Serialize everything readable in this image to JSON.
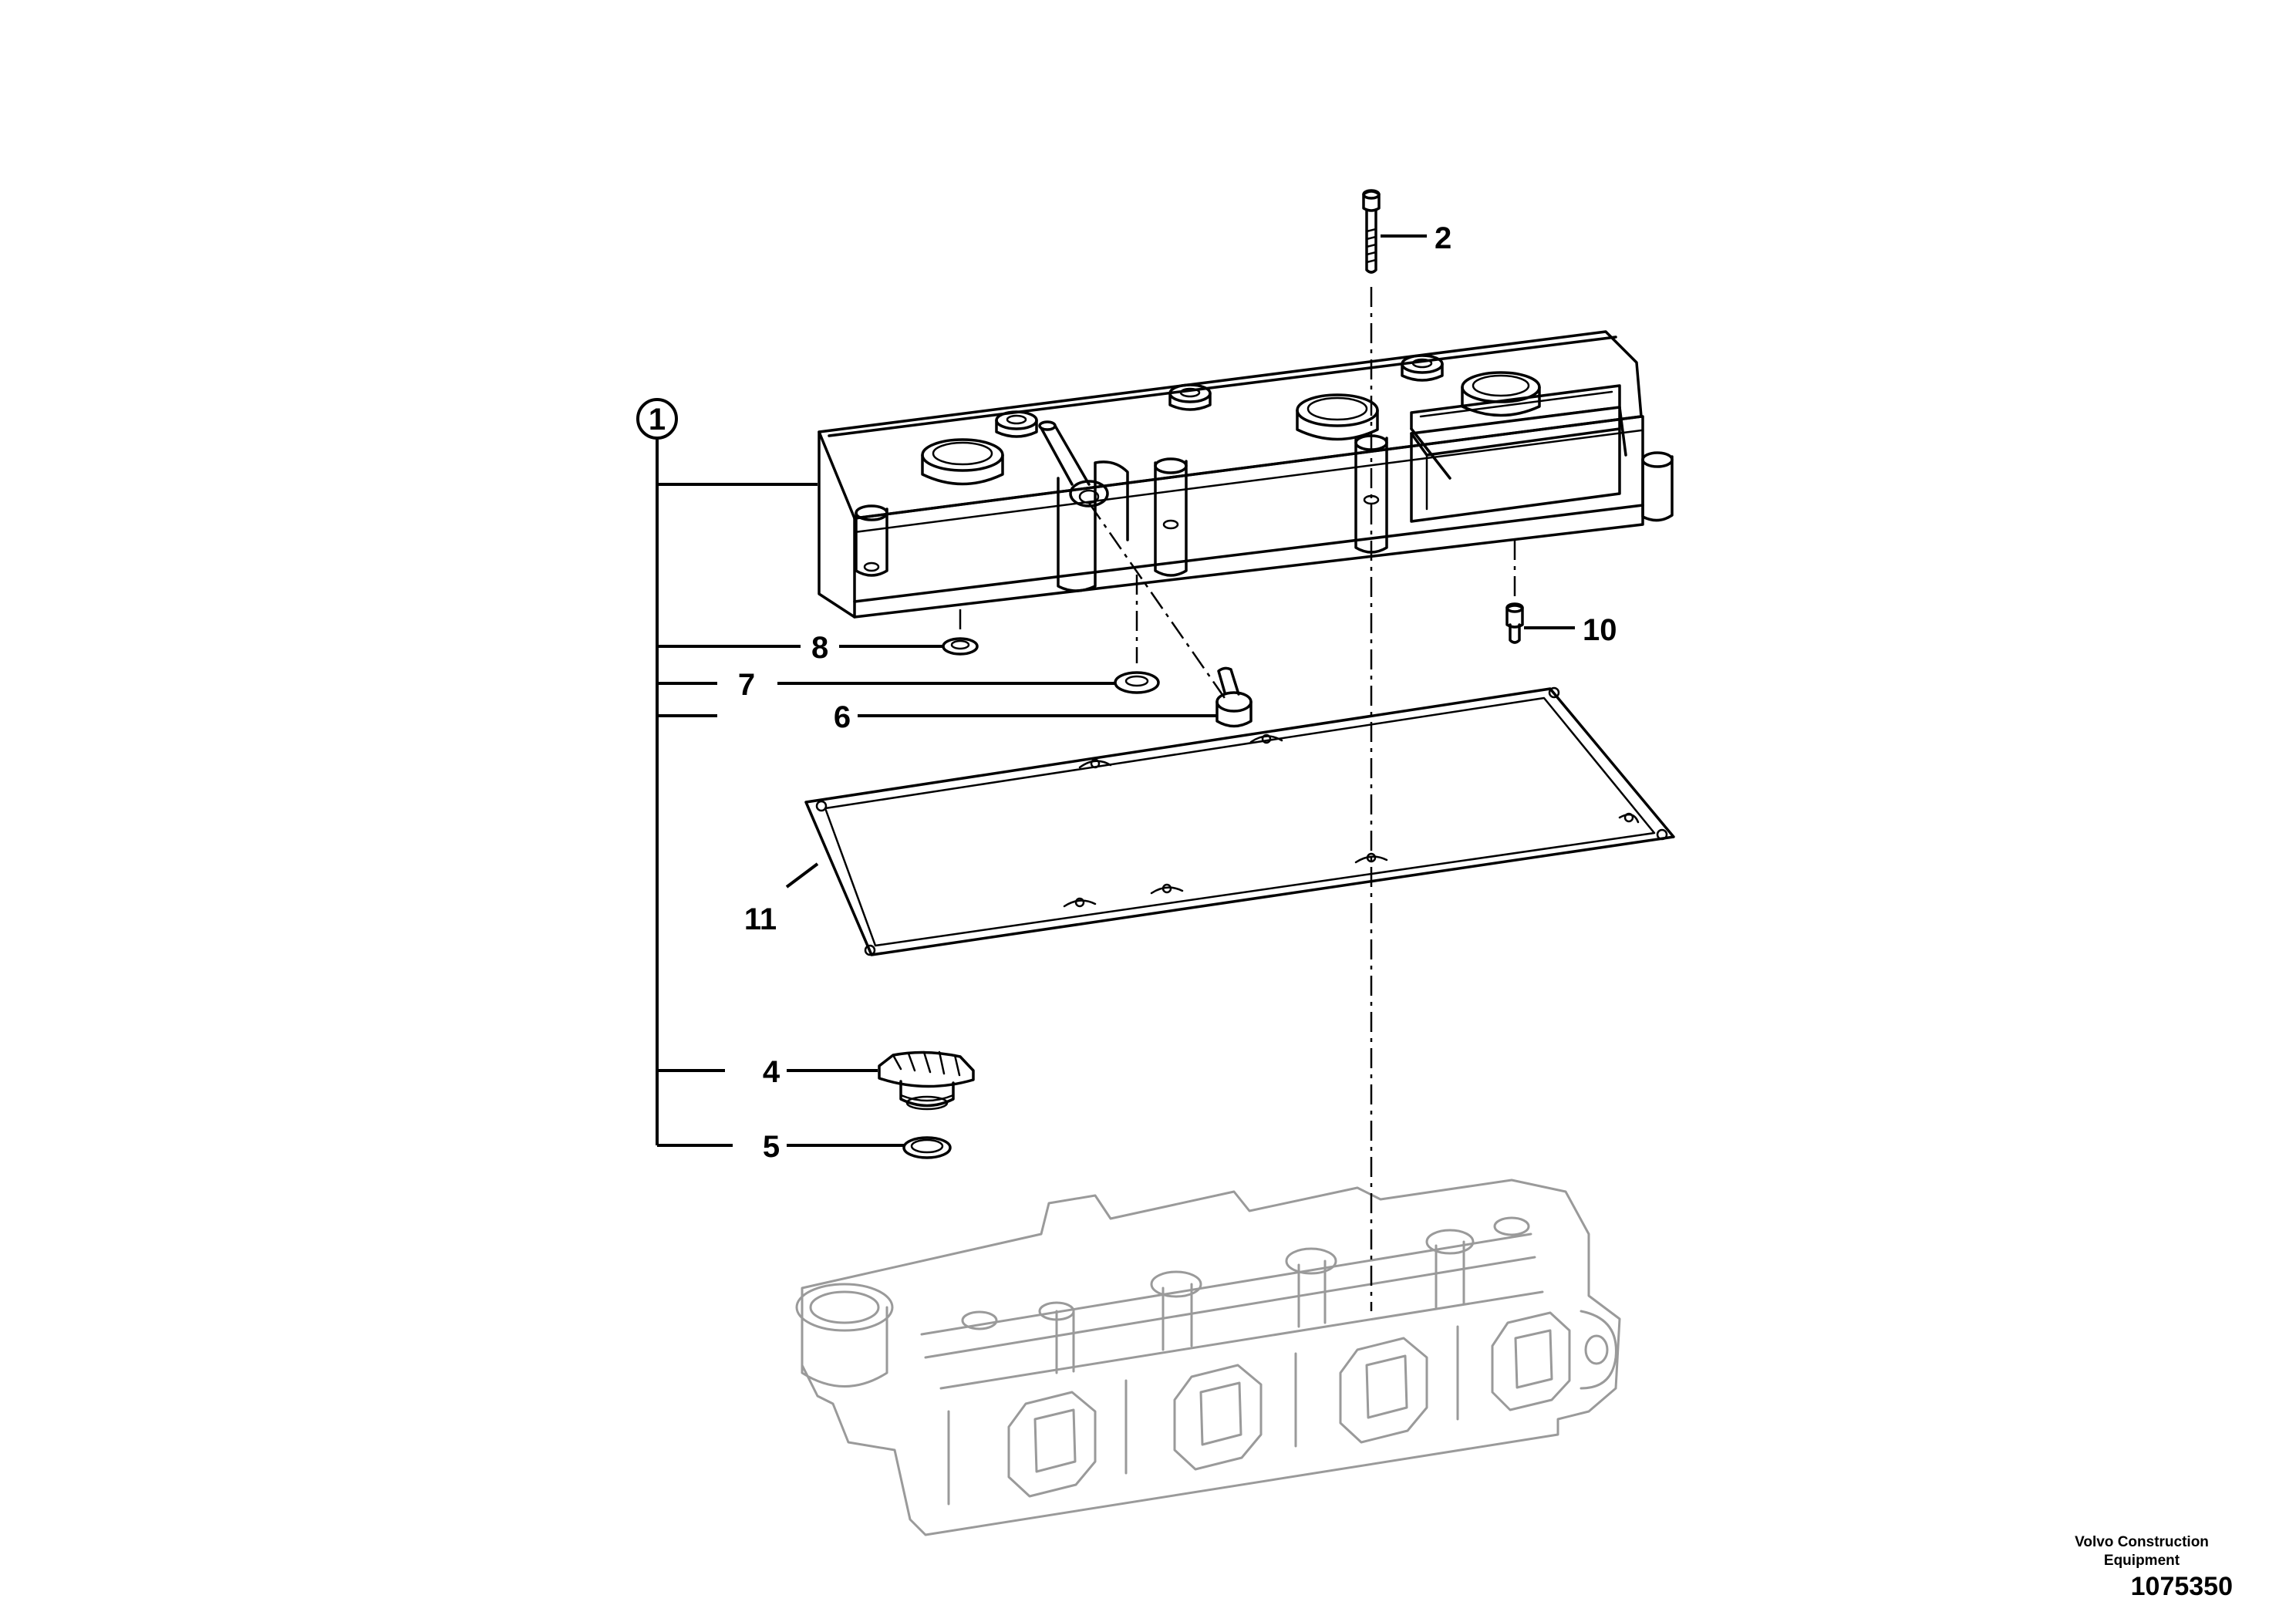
{
  "callouts": {
    "c1": "1",
    "c2": "2",
    "c4": "4",
    "c5": "5",
    "c6": "6",
    "c7": "7",
    "c8": "8",
    "c10": "10",
    "c11": "11"
  },
  "footer": {
    "company_line1": "Volvo Construction",
    "company_line2": "Equipment",
    "drawing_number": "1075350"
  }
}
